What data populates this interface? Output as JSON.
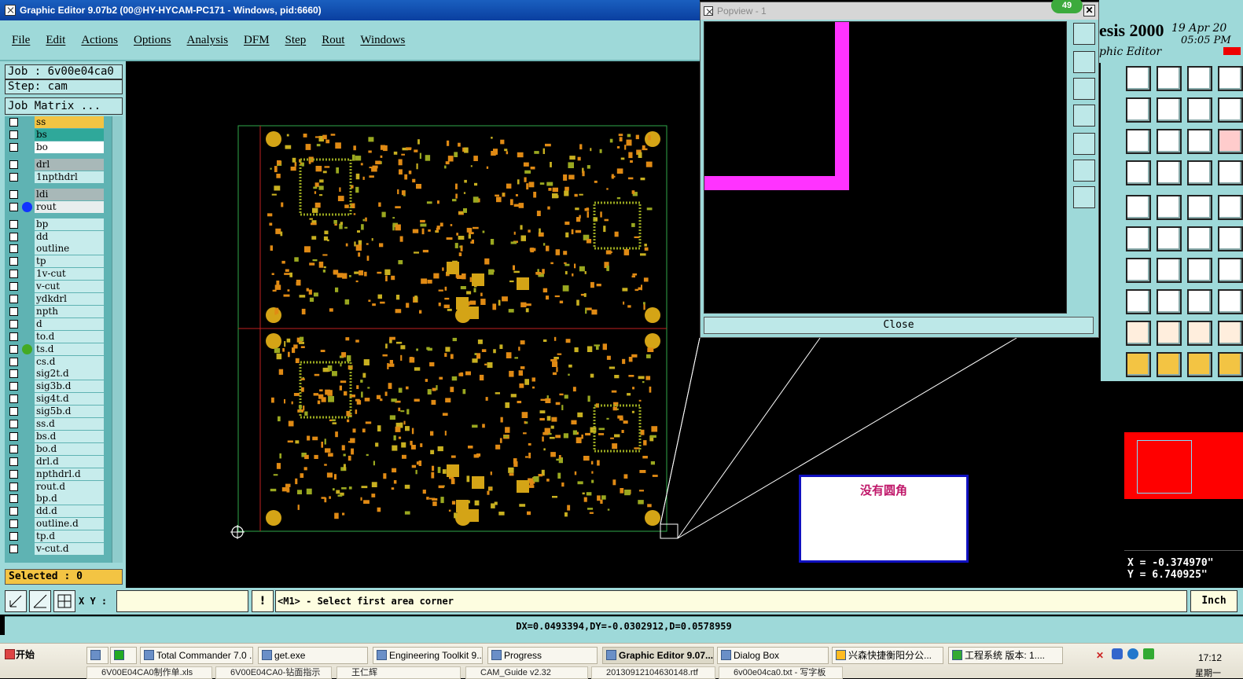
{
  "window": {
    "title": "Graphic Editor 9.07b2 (00@HY-HYCAM-PC171 - Windows, pid:6660)"
  },
  "menubar": {
    "items": [
      "File",
      "Edit",
      "Actions",
      "Options",
      "Analysis",
      "DFM",
      "Step",
      "Rout",
      "Windows"
    ]
  },
  "left_panel": {
    "job": "Job : 6v00e04ca0",
    "step": "Step: cam",
    "job_matrix": "Job Matrix ...",
    "layers": [
      {
        "name": "ss",
        "color": "#f3c443"
      },
      {
        "name": "bs",
        "color": "#2fa89a"
      },
      {
        "name": "bo",
        "color": "#ffffff"
      },
      {
        "name": "drl",
        "color": "#a8b8b8"
      },
      {
        "name": "1npthdrl",
        "color": "#c7ecec"
      },
      {
        "name": "ldi",
        "color": "#a8b8b8"
      },
      {
        "name": "rout",
        "color": "#e8eeee"
      },
      {
        "name": "bp",
        "color": "#c7ecec"
      },
      {
        "name": "dd",
        "color": "#c7ecec"
      },
      {
        "name": "outline",
        "color": "#c7ecec"
      },
      {
        "name": "tp",
        "color": "#c7ecec"
      },
      {
        "name": "1v-cut",
        "color": "#c7ecec"
      },
      {
        "name": "v-cut",
        "color": "#c7ecec"
      },
      {
        "name": "ydkdrl",
        "color": "#c7ecec"
      },
      {
        "name": "npth",
        "color": "#c7ecec"
      },
      {
        "name": "d",
        "color": "#c7ecec"
      },
      {
        "name": "to.d",
        "color": "#c7ecec"
      },
      {
        "name": "ts.d",
        "color": "#c7ecec"
      },
      {
        "name": "cs.d",
        "color": "#c7ecec"
      },
      {
        "name": "sig2t.d",
        "color": "#c7ecec"
      },
      {
        "name": "sig3b.d",
        "color": "#c7ecec"
      },
      {
        "name": "sig4t.d",
        "color": "#c7ecec"
      },
      {
        "name": "sig5b.d",
        "color": "#c7ecec"
      },
      {
        "name": "ss.d",
        "color": "#c7ecec"
      },
      {
        "name": "bs.d",
        "color": "#c7ecec"
      },
      {
        "name": "bo.d",
        "color": "#c7ecec"
      },
      {
        "name": "drl.d",
        "color": "#c7ecec"
      },
      {
        "name": "npthdrl.d",
        "color": "#c7ecec"
      },
      {
        "name": "rout.d",
        "color": "#c7ecec"
      },
      {
        "name": "bp.d",
        "color": "#c7ecec"
      },
      {
        "name": "dd.d",
        "color": "#c7ecec"
      },
      {
        "name": "outline.d",
        "color": "#c7ecec"
      },
      {
        "name": "tp.d",
        "color": "#c7ecec"
      },
      {
        "name": "v-cut.d",
        "color": "#c7ecec"
      }
    ],
    "selected": "Selected : 0"
  },
  "popview": {
    "title": "Popview - 1",
    "close": "Close",
    "badge": "49"
  },
  "genesis": {
    "brand": "esis 2000",
    "date": "19 Apr 20",
    "time": "05:05 PM",
    "subtitle": "phic Editor"
  },
  "command": {
    "xy_label": "X Y :",
    "prompt": "<M1> - Select first area corner",
    "units": "Inch"
  },
  "status": {
    "text": "DX=0.0493394,DY=-0.0302912,D=0.0578959"
  },
  "coords": {
    "x": "X = -0.374970\"",
    "y": "Y = 6.740925\""
  },
  "annotation": {
    "text": "没有圆角"
  },
  "taskbar": {
    "start": "开始",
    "tasks": [
      "Total Commander 7.0 ...",
      "get.exe",
      "Engineering Toolkit 9....",
      "Progress",
      "Graphic Editor 9.07...",
      "Dialog Box",
      "兴森快捷衡阳分公...",
      "工程系统  版本: 1...."
    ],
    "tasks_row2": [
      "6V00E04CA0制作单.xls",
      "6V00E04CA0-钻面指示",
      "王仁辉",
      "CAM_Guide v2.32",
      "20130912104630148.rtf",
      "6v00e04ca0.txt - 写字板"
    ],
    "clock": "17:12",
    "day": "星期一"
  }
}
